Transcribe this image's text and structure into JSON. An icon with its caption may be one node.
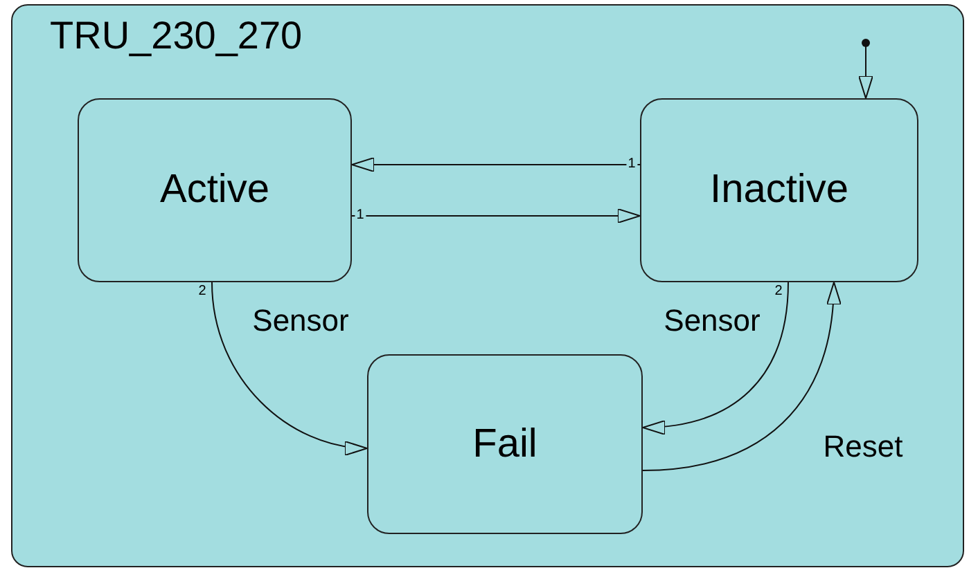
{
  "diagram": {
    "nodes": [
      {
        "text": [
          "TRU_230_270"
        ]
      },
      {
        "text": [
          "Active"
        ],
        "in": 0
      },
      {
        "text": [
          "Inactive"
        ],
        "in": 0
      },
      {
        "text": [
          "Fail"
        ],
        "in": 0
      }
    ],
    "edges": [
      {
        "from": 2,
        "to": 1,
        "arrow": "to",
        "label": "1"
      },
      {
        "from": 1,
        "to": 2,
        "arrow": "to",
        "label": "1"
      },
      {
        "from": 1,
        "to": 3,
        "arrow": "to",
        "label": "Sensor"
      },
      {
        "from": 2,
        "to": 3,
        "arrow": "to",
        "label": "Sensor"
      },
      {
        "from": 3,
        "to": 2,
        "arrow": "to",
        "label": "Reset"
      },
      {
        "from": null,
        "to": 2,
        "arrow": "to"
      }
    ],
    "labels": [
      "2",
      "2"
    ]
  }
}
